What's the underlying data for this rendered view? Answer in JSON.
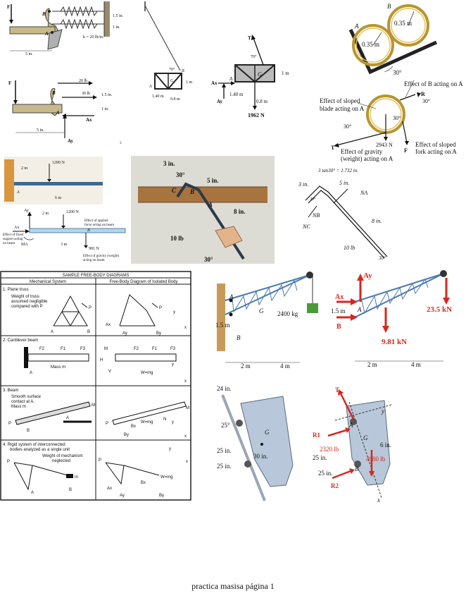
{
  "fig1": {
    "labels": {
      "F": "F",
      "B": "B",
      "A": "A",
      "k": "k = 20 lb/in.",
      "d15": "1.5 in.",
      "d1": "1 in.",
      "d5": "5 in."
    }
  },
  "fig2": {
    "labels": {
      "F": "F",
      "B": "B",
      "A": "A",
      "f20": "20 lb",
      "f30": "30 lb",
      "d15": "1.5 in.",
      "d1": "1 in.",
      "d5": "5 in.",
      "Ax": "Ax",
      "Ay": "Ay",
      "n3": "3"
    }
  },
  "fig3": {
    "labels": {
      "ang70": "70°",
      "B": "B",
      "A": "A",
      "G": "G",
      "d1": "1 m",
      "d140": "1.40 m",
      "d08": "0.8 m"
    }
  },
  "fig4": {
    "labels": {
      "T": "T",
      "ang70": "70°",
      "G": "G",
      "A": "A",
      "d1": "1 m",
      "Ax": "Ax",
      "Ay": "Ay",
      "d140": "1.40 m",
      "d08": "0.8 m",
      "w": "1962 N"
    }
  },
  "fig5": {
    "labels": {
      "A": "A",
      "B": "B",
      "r1": "0.35 m",
      "r2": "0.35 m",
      "ang": "30°"
    }
  },
  "fig6": {
    "labels": {
      "effB": "Effect of B acting on A",
      "R": "R",
      "ang30a": "30°",
      "effBlade1": "Effect of sloped",
      "effBlade2": "blade acting on A",
      "ang30b": "30°",
      "ang30c": "30°",
      "T": "T",
      "w": "2943 N",
      "F": "F",
      "effGrav1": "Effect of gravity",
      "effGrav2": "(weight) acting on A",
      "effFork1": "Effect of sloped",
      "effFork2": "fork acting on A"
    }
  },
  "fig7": {
    "labels": {
      "d2": "2 m",
      "f1200": "1200 N",
      "A": "A",
      "d6": "6 m"
    }
  },
  "fig8": {
    "labels": {
      "Ay": "Ay",
      "d2": "2 m",
      "f1200": "1200 N",
      "applied1": "Effect of applied",
      "applied2": "force acting on beam",
      "Ax": "Ax",
      "B": "B",
      "fixed1": "Effect of fixed",
      "fixed2": "support acting",
      "fixed3": "on beam",
      "MA": "MA",
      "d3": "3 m",
      "w": "981 N",
      "grav1": "Effect of gravity (weight)",
      "grav2": "acting on beam"
    }
  },
  "fig9": {
    "labels": {
      "d3": "3 in.",
      "ang30": "30°",
      "d5": "5 in.",
      "C": "C",
      "B": "B",
      "A": "A",
      "d8": "8 in.",
      "f10": "10 lb",
      "ang30b": "30°"
    }
  },
  "fig10": {
    "labels": {
      "eq": "3 tan30° = 1.732 in.",
      "d3": "3 in.",
      "d5": "5 in.",
      "ang": "30°",
      "NA": "NA",
      "NB": "NB",
      "NC": "NC",
      "d8": "8 in.",
      "f10": "10 lb",
      "ang30": "30°"
    }
  },
  "fbd": {
    "title": "SAMPLE FREE-BODY DIAGRAMS",
    "col1": "Mechanical System",
    "col2": "Free-Body Diagram of Isolated Body",
    "rows": [
      {
        "title": "1. Plane truss",
        "desc1": "Weight of truss",
        "desc2": "assumed negligible",
        "desc3": "compared with P",
        "P": "P",
        "A": "A",
        "B": "B",
        "fP": "P",
        "Ax": "Ax",
        "Ay": "Ay",
        "By": "By",
        "ax": "x",
        "ay": "y"
      },
      {
        "title": "2. Cantilever beam",
        "F1": "F1",
        "F2": "F2",
        "F3": "F3",
        "A": "A",
        "mass": "Mass m",
        "fF1": "F1",
        "fF2": "F2",
        "fF3": "F3",
        "M": "M",
        "H": "H",
        "V": "V",
        "W": "W=mg",
        "ax": "x",
        "ay": "y"
      },
      {
        "title": "3. Beam",
        "desc1": "Smooth surface",
        "desc2": "contact at A.",
        "desc3": "Mass m",
        "M": "M",
        "P": "P",
        "A": "A",
        "B": "B",
        "fM": "M",
        "fP": "P",
        "fN": "N",
        "W": "W=mg",
        "Bx": "Bx",
        "By": "By",
        "ax": "x",
        "ay": "y"
      },
      {
        "title": "4. Rigid system of interconnected",
        "title2": "bodies analyzed as a single unit",
        "desc1": "Weight of mechanism",
        "desc2": "neglected",
        "P": "P",
        "m": "m",
        "A": "A",
        "B": "B",
        "fP": "P",
        "W": "W=mg",
        "Ax": "Ax",
        "Ay": "Ay",
        "Bx": "Bx",
        "By": "By",
        "ax": "x",
        "ay": "y"
      }
    ]
  },
  "fig12": {
    "labels": {
      "A": "A",
      "G": "G",
      "B": "B",
      "mass": "2400 kg",
      "d15": "1.5 m",
      "d2": "2 m",
      "d4": "4 m"
    }
  },
  "fig13": {
    "labels": {
      "Ay": "Ay",
      "Ax": "Ax",
      "A": "A",
      "d15": "1.5 m",
      "B": "B",
      "f23": "23.5 kN",
      "f981": "9.81 kN",
      "d2": "2 m",
      "d4": "4 m"
    }
  },
  "fig14": {
    "labels": {
      "d24": "24 in.",
      "ang25": "25°",
      "G": "G",
      "d25a": "25 in.",
      "d30": "30 in.",
      "d25b": "25 in."
    }
  },
  "fig15": {
    "labels": {
      "T": "T",
      "y": "y",
      "A": "A",
      "R1": "R1",
      "G": "G",
      "d6": "6 in.",
      "f2320": "2320 lb",
      "d25a": "25 in.",
      "f4980": "4980 lb",
      "B": "B",
      "d25b": "25 in.",
      "R2": "R2",
      "x": "x"
    }
  },
  "footer": "practica masisa página 1"
}
